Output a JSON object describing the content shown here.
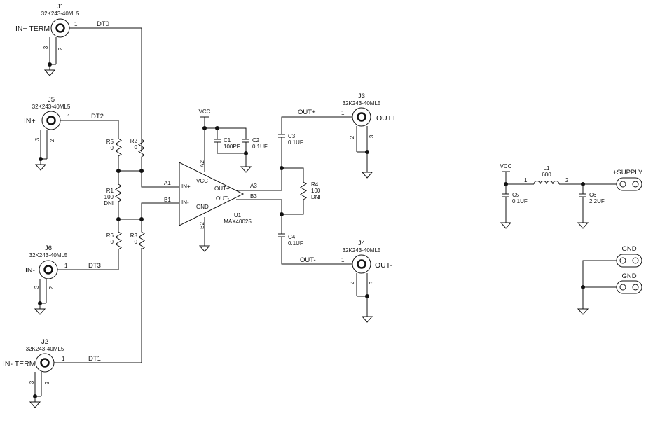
{
  "connectors": {
    "j1": {
      "ref": "J1",
      "part": "32K243-40ML5",
      "label": "IN+ TERM",
      "pin1": "1",
      "pin2": "2",
      "pin3": "3"
    },
    "j5": {
      "ref": "J5",
      "part": "32K243-40ML5",
      "label": "IN+",
      "pin1": "1",
      "pin2": "2",
      "pin3": "3"
    },
    "j6": {
      "ref": "J6",
      "part": "32K243-40ML5",
      "label": "IN-",
      "pin1": "1",
      "pin2": "2",
      "pin3": "3"
    },
    "j2": {
      "ref": "J2",
      "part": "32K243-40ML5",
      "label": "IN- TERM",
      "pin1": "1",
      "pin2": "2",
      "pin3": "3"
    },
    "j3": {
      "ref": "J3",
      "part": "32K243-40ML5",
      "label": "OUT+",
      "pin1": "1",
      "pin2": "2",
      "pin3": "3"
    },
    "j4": {
      "ref": "J4",
      "part": "32K243-40ML5",
      "label": "OUT-",
      "pin1": "1",
      "pin2": "2",
      "pin3": "3"
    }
  },
  "nets": {
    "dt0": "DT0",
    "dt1": "DT1",
    "dt2": "DT2",
    "dt3": "DT3",
    "out_plus": "OUT+",
    "out_minus": "OUT-",
    "a1": "A1",
    "b1": "B1",
    "a3": "A3",
    "b3": "B3",
    "vcc": "VCC"
  },
  "resistors": {
    "r1": {
      "ref": "R1",
      "value": "100",
      "note": "DNI"
    },
    "r2": {
      "ref": "R2",
      "value": "0"
    },
    "r3": {
      "ref": "R3",
      "value": "0"
    },
    "r4": {
      "ref": "R4",
      "value": "100",
      "note": "DNI"
    },
    "r5": {
      "ref": "R5",
      "value": "0"
    },
    "r6": {
      "ref": "R6",
      "value": "0"
    }
  },
  "capacitors": {
    "c1": {
      "ref": "C1",
      "value": "100PF"
    },
    "c2": {
      "ref": "C2",
      "value": "0.1UF"
    },
    "c3": {
      "ref": "C3",
      "value": "0.1UF"
    },
    "c4": {
      "ref": "C4",
      "value": "0.1UF"
    },
    "c5": {
      "ref": "C5",
      "value": "0.1UF"
    },
    "c6": {
      "ref": "C6",
      "value": "2.2UF"
    }
  },
  "inductor": {
    "ref": "L1",
    "value": "600",
    "pin1": "1",
    "pin2": "2"
  },
  "opamp": {
    "ref": "U1",
    "part": "MAX40025",
    "in_plus": "IN+",
    "in_minus": "IN-",
    "out_plus": "OUT+",
    "out_minus": "OUT-",
    "vcc": "VCC",
    "gnd": "GND",
    "pin_a2": "A2",
    "pin_b2": "B2"
  },
  "headers": {
    "supply": "+SUPPLY",
    "gnd1": "GND",
    "gnd2": "GND"
  }
}
